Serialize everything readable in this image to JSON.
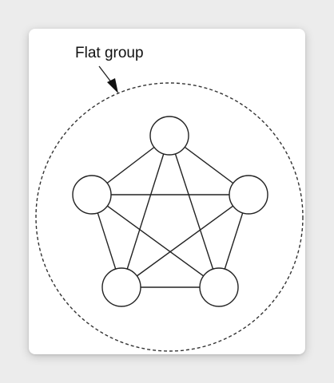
{
  "diagram": {
    "label": "Flat group",
    "nodes": [
      "node-top",
      "node-left",
      "node-right",
      "node-bottom-left",
      "node-bottom-right"
    ],
    "edges": [
      [
        "node-top",
        "node-left"
      ],
      [
        "node-top",
        "node-right"
      ],
      [
        "node-top",
        "node-bottom-left"
      ],
      [
        "node-top",
        "node-bottom-right"
      ],
      [
        "node-left",
        "node-right"
      ],
      [
        "node-left",
        "node-bottom-left"
      ],
      [
        "node-left",
        "node-bottom-right"
      ],
      [
        "node-right",
        "node-bottom-left"
      ],
      [
        "node-right",
        "node-bottom-right"
      ],
      [
        "node-bottom-left",
        "node-bottom-right"
      ]
    ],
    "colors": {
      "stroke": "#222222",
      "node_fill": "#ffffff",
      "group_outline": "#333333"
    }
  }
}
